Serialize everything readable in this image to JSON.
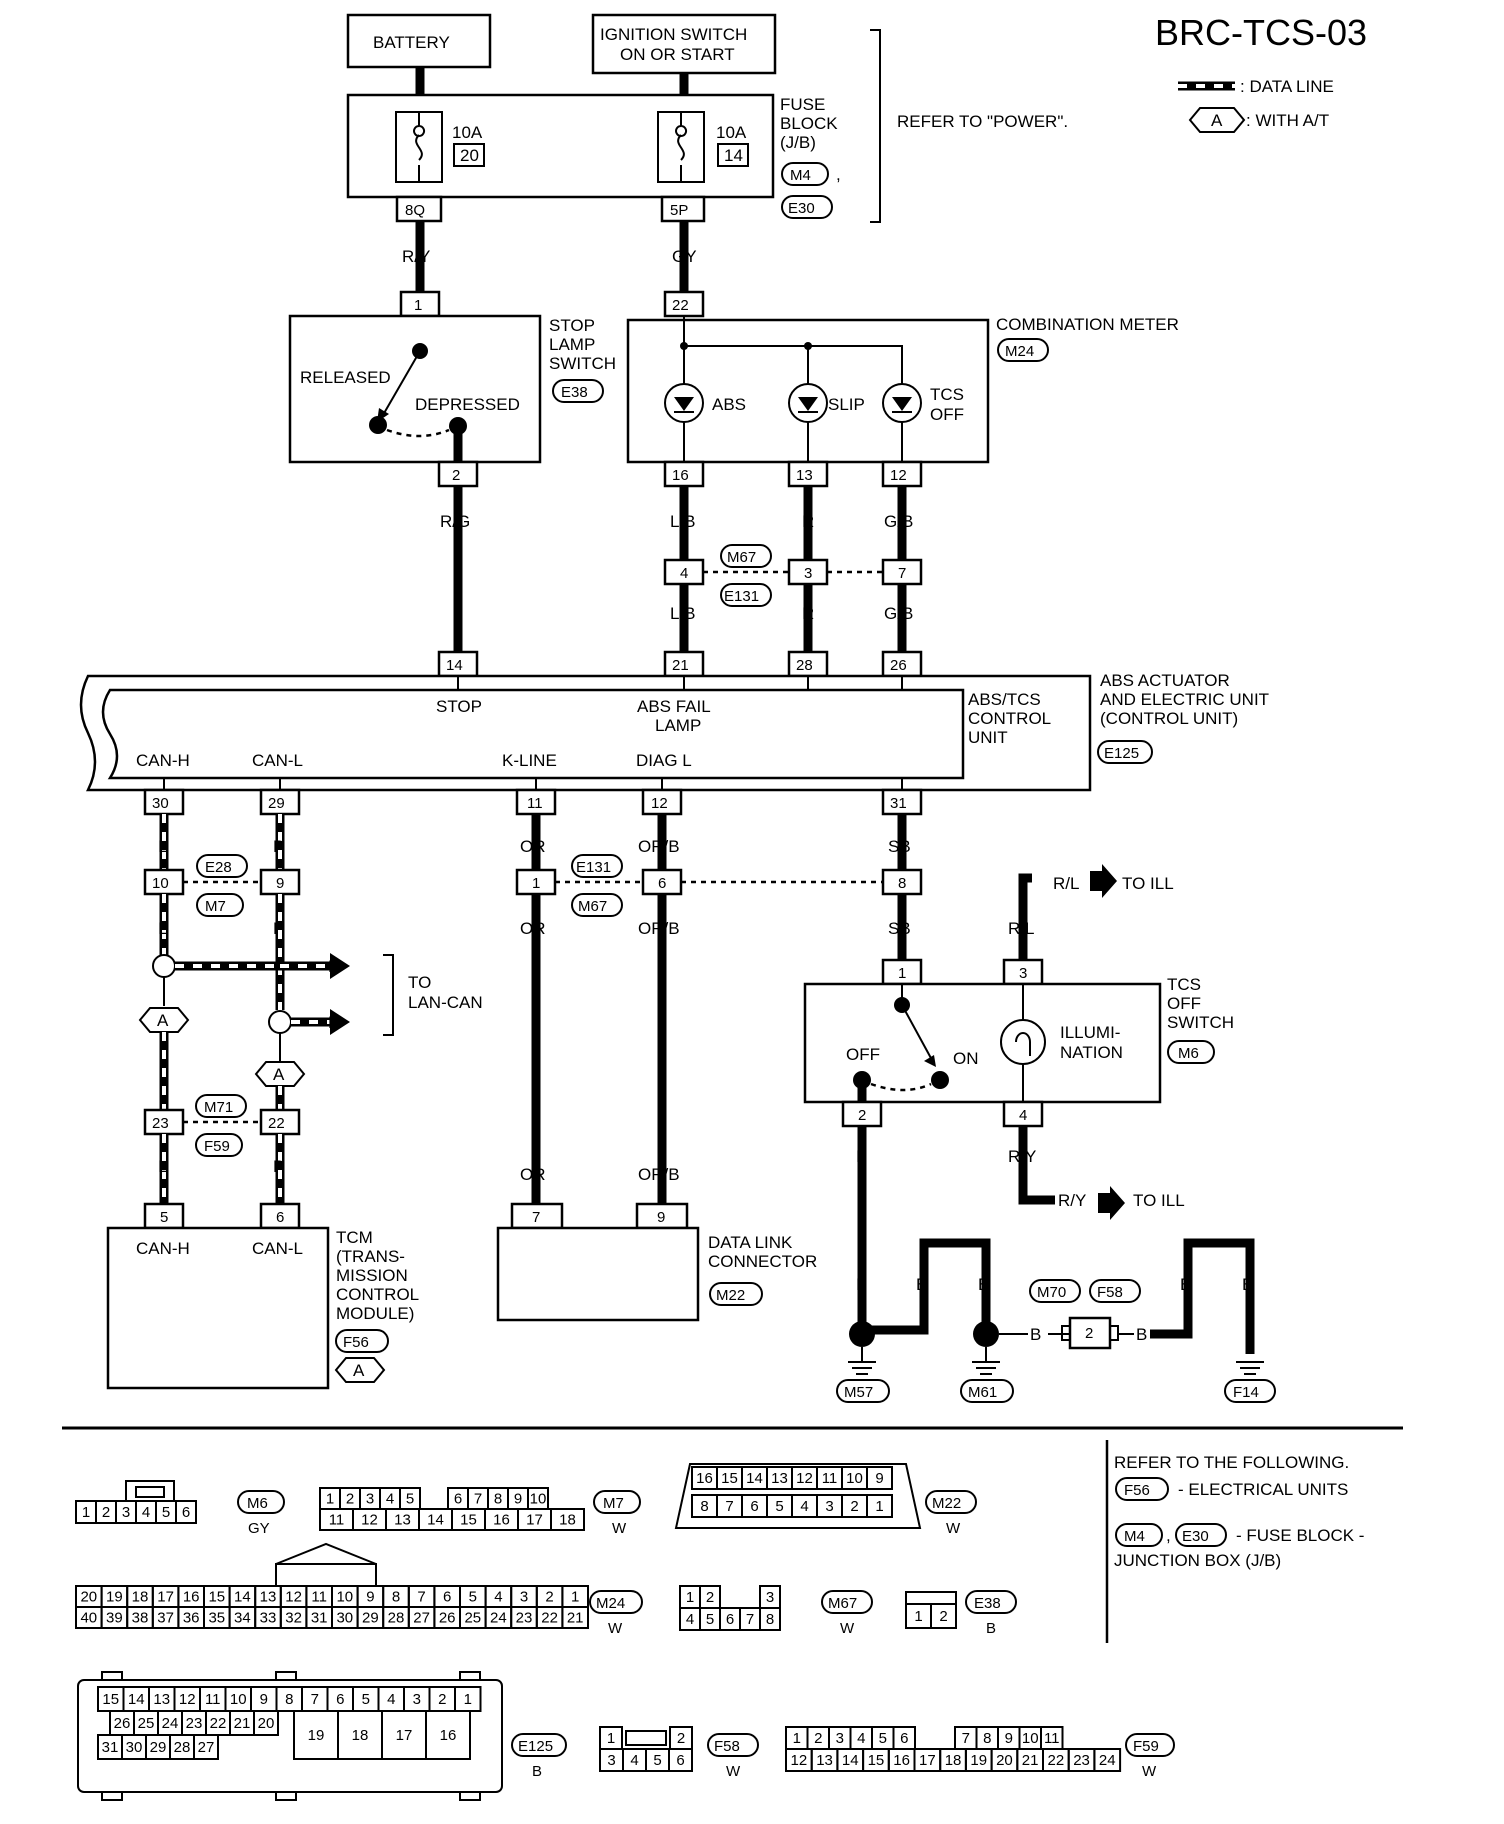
{
  "title": "BRC-TCS-03",
  "legend": {
    "data_line": ": DATA LINE",
    "with_at_tag": "A",
    "with_at": ": WITH A/T"
  },
  "power": {
    "battery": "BATTERY",
    "ign1": "IGNITION SWITCH",
    "ign2": "ON OR START",
    "fuse1_amp": "10A",
    "fuse1_no": "20",
    "fuse2_amp": "10A",
    "fuse2_no": "14",
    "fb1": "FUSE",
    "fb2": "BLOCK",
    "fb3": "(J/B)",
    "fb_c1": "M4",
    "fb_comma": ",",
    "fb_c2": "E30",
    "refer": "REFER TO \"POWER\".",
    "t8q": "8Q",
    "t5p": "5P"
  },
  "wires": {
    "ry": "R/Y",
    "gy": "GY",
    "rg": "R/G",
    "lb": "L/B",
    "r": "R",
    "gb": "G/B",
    "l": "L",
    "p": "P",
    "or": "OR",
    "orb": "OR/B",
    "sb": "SB",
    "rl": "R/L",
    "b": "B"
  },
  "stop_switch": {
    "l1": "STOP",
    "l2": "LAMP",
    "l3": "SWITCH",
    "conn": "E38",
    "released": "RELEASED",
    "depressed": "DEPRESSED",
    "pin_in": "1",
    "pin_out": "2"
  },
  "meter": {
    "title": "COMBINATION METER",
    "conn": "M24",
    "pin_in": "22",
    "abs": "ABS",
    "slip": "SLIP",
    "tcs1": "TCS",
    "tcs2": "OFF",
    "pin_abs": "16",
    "pin_slip": "13",
    "pin_tcs": "12"
  },
  "m67": {
    "c1": "M67",
    "c2": "E131",
    "p1": "4",
    "p2": "3",
    "p3": "7"
  },
  "abs_unit": {
    "t1": "ABS ACTUATOR",
    "t2": "AND ELECTRIC UNIT",
    "t3": "(CONTROL UNIT)",
    "conn": "E125",
    "cu1": "ABS/TCS",
    "cu2": "CONTROL",
    "cu3": "UNIT",
    "stop": "STOP",
    "fail1": "ABS FAIL",
    "fail2": "LAMP",
    "canh": "CAN-H",
    "canl": "CAN-L",
    "kline": "K-LINE",
    "diag": "DIAG L",
    "top_pins": [
      "14",
      "21",
      "28",
      "26"
    ],
    "bot_pins": [
      "30",
      "29",
      "11",
      "12",
      "31"
    ]
  },
  "joint1": {
    "c1": "E28",
    "c2": "M7",
    "p1": "10",
    "p2": "9"
  },
  "joint2": {
    "c1": "E131",
    "c2": "M67",
    "p1": "1",
    "p2": "6",
    "p3": "8"
  },
  "lan": {
    "l1": "TO",
    "l2": "LAN-CAN",
    "l": "L",
    "p": "P"
  },
  "joint3": {
    "c1": "M71",
    "c2": "F59",
    "p1": "23",
    "p2": "22"
  },
  "tcm": {
    "pin1": "5",
    "pin2": "6",
    "canh": "CAN-H",
    "canl": "CAN-L",
    "n1": "TCM",
    "n2": "(TRANS-",
    "n3": "MISSION",
    "n4": "CONTROL",
    "n5": "MODULE)",
    "conn": "F56",
    "tag": "A"
  },
  "dlc": {
    "pin1": "7",
    "pin2": "9",
    "n1": "DATA LINK",
    "n2": "CONNECTOR",
    "conn": "M22"
  },
  "tcs_switch": {
    "pin1": "1",
    "pin3": "3",
    "pin2": "2",
    "pin4": "4",
    "off": "OFF",
    "on": "ON",
    "ill1": "ILLUMI-",
    "ill2": "NATION",
    "n1": "TCS",
    "n2": "OFF",
    "n3": "SWITCH",
    "conn": "M6",
    "to_ill": "TO ILL"
  },
  "ground": {
    "j1": "M70",
    "j2": "F58",
    "jpin": "2",
    "g1": "M57",
    "g2": "M61",
    "g3": "F14"
  },
  "connectors": {
    "m6": {
      "id": "M6",
      "color": "GY",
      "pins": [
        "1",
        "2",
        "3",
        "4",
        "5",
        "6"
      ]
    },
    "m7": {
      "id": "M7",
      "color": "W",
      "row1": [
        "1",
        "2",
        "3",
        "4",
        "5",
        "6",
        "7",
        "8",
        "9",
        "10"
      ],
      "row2": [
        "11",
        "12",
        "13",
        "14",
        "15",
        "16",
        "17",
        "18"
      ]
    },
    "m22": {
      "id": "M22",
      "color": "W",
      "row1": [
        "16",
        "15",
        "14",
        "13",
        "12",
        "11",
        "10",
        "9"
      ],
      "row2": [
        "8",
        "7",
        "6",
        "5",
        "4",
        "3",
        "2",
        "1"
      ]
    },
    "m24": {
      "id": "M24",
      "color": "W",
      "row1": [
        "20",
        "19",
        "18",
        "17",
        "16",
        "15",
        "14",
        "13",
        "12",
        "11",
        "10",
        "9",
        "8",
        "7",
        "6",
        "5",
        "4",
        "3",
        "2",
        "1"
      ],
      "row2": [
        "40",
        "39",
        "38",
        "37",
        "36",
        "35",
        "34",
        "33",
        "32",
        "31",
        "30",
        "29",
        "28",
        "27",
        "26",
        "25",
        "24",
        "23",
        "22",
        "21"
      ]
    },
    "m67": {
      "id": "M67",
      "color": "W",
      "row1": [
        "1",
        "2",
        "3"
      ],
      "row2": [
        "4",
        "5",
        "6",
        "7",
        "8"
      ]
    },
    "e38": {
      "id": "E38",
      "color": "B",
      "pins": [
        "1",
        "2"
      ]
    },
    "e125": {
      "id": "E125",
      "color": "B",
      "row1": [
        "15",
        "14",
        "13",
        "12",
        "11",
        "10",
        "9",
        "8",
        "7",
        "6",
        "5",
        "4",
        "3",
        "2",
        "1"
      ],
      "row2": [
        "26",
        "25",
        "24",
        "23",
        "22",
        "21",
        "20"
      ],
      "row3": [
        "31",
        "30",
        "29",
        "28",
        "27"
      ],
      "big": [
        "19",
        "18",
        "17",
        "16"
      ]
    },
    "f58": {
      "id": "F58",
      "color": "W",
      "row1": [
        "1",
        "2"
      ],
      "row2": [
        "3",
        "4",
        "5",
        "6"
      ]
    },
    "f59": {
      "id": "F59",
      "color": "W",
      "row1": [
        "1",
        "2",
        "3",
        "4",
        "5",
        "6",
        "7",
        "8",
        "9",
        "10",
        "11"
      ],
      "row2": [
        "12",
        "13",
        "14",
        "15",
        "16",
        "17",
        "18",
        "19",
        "20",
        "21",
        "22",
        "23",
        "24"
      ]
    }
  },
  "refer_box": {
    "head": "REFER TO THE FOLLOWING.",
    "c1": "F56",
    "t1": "- ELECTRICAL UNITS",
    "c2": "M4",
    "comma": ",",
    "c3": "E30",
    "t2": "- FUSE BLOCK -",
    "t3": "JUNCTION BOX (J/B)"
  }
}
